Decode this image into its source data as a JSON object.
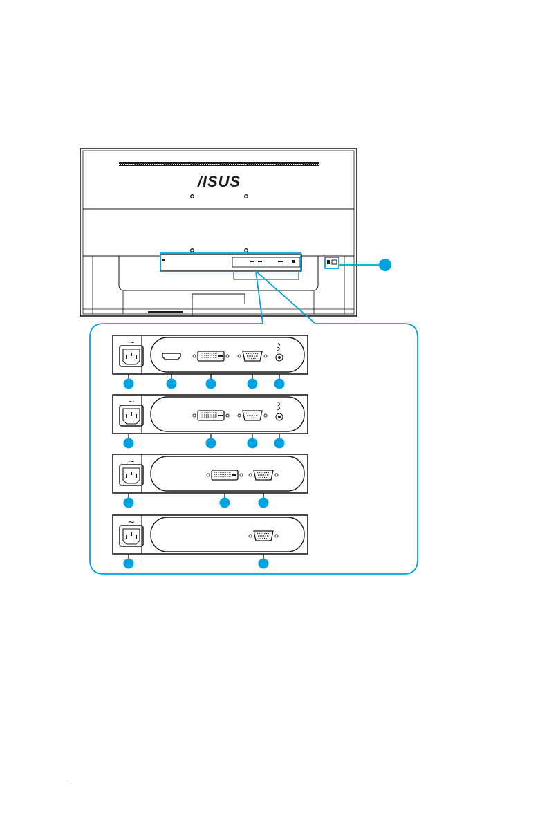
{
  "brand": {
    "logo_text": "/ISUS"
  },
  "colors": {
    "callout": "#00a3e0",
    "ink": "#1a1a1a",
    "background": "#ffffff",
    "rule": "#cfcfcf"
  },
  "port_panels": [
    {
      "power_symbol": "~",
      "ports": [
        "power-inlet",
        "hdmi-port",
        "dvi-port",
        "vga-port",
        "audio-in-jack"
      ]
    },
    {
      "power_symbol": "~",
      "ports": [
        "power-inlet",
        "dvi-port",
        "vga-port",
        "audio-in-jack"
      ]
    },
    {
      "power_symbol": "~",
      "ports": [
        "power-inlet",
        "dvi-port",
        "vga-port"
      ]
    },
    {
      "power_symbol": "~",
      "ports": [
        "power-inlet",
        "vga-port"
      ]
    }
  ],
  "icons": {
    "audio": "audio-in-icon",
    "lock": "kensington-lock-icon",
    "callout_marker": "callout-dot-icon"
  }
}
